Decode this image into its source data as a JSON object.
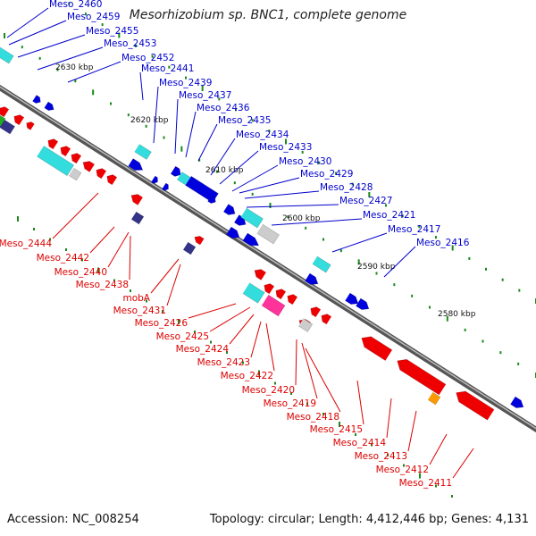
{
  "title": "Mesorhizobium sp. BNC1, complete genome",
  "footer": {
    "accession": "Accession: NC_008254",
    "summary": "Topology: circular; Length: 4,412,446 bp; Genes: 4,131"
  },
  "colors": {
    "forward_cds": "#0000dd",
    "reverse_cds": "#ee0000",
    "forward_label": "#0000cc",
    "reverse_label": "#dd0000",
    "backbone": "#777777",
    "tick": "#1a8a1a",
    "rna": "#33dddd",
    "other": "#cccccc",
    "magenta": "#ff3399",
    "orange": "#ff9900",
    "navy": "#333388"
  },
  "ruler": [
    "2630 kbp",
    "2620 kbp",
    "2610 kbp",
    "2600 kbp",
    "2590 kbp",
    "2580 kbp"
  ],
  "forward_labels": [
    "Meso_2460",
    "Meso_2459",
    "Meso_2455",
    "Meso_2453",
    "Meso_2452",
    "Meso_2441",
    "Meso_2439",
    "Meso_2437",
    "Meso_2436",
    "Meso_2435",
    "Meso_2434",
    "Meso_2433",
    "Meso_2430",
    "Meso_2429",
    "Meso_2428",
    "Meso_2427",
    "Meso_2421",
    "Meso_2417",
    "Meso_2416"
  ],
  "reverse_labels": [
    "Meso_2444",
    "Meso_2442",
    "Meso_2440",
    "Meso_2438",
    "mobA",
    "Meso_2431",
    "Meso_2426",
    "Meso_2425",
    "Meso_2424",
    "Meso_2423",
    "Meso_2422",
    "Meso_2420",
    "Meso_2419",
    "Meso_2418",
    "Meso_2415",
    "Meso_2414",
    "Meso_2413",
    "Meso_2412",
    "Meso_2411"
  ]
}
